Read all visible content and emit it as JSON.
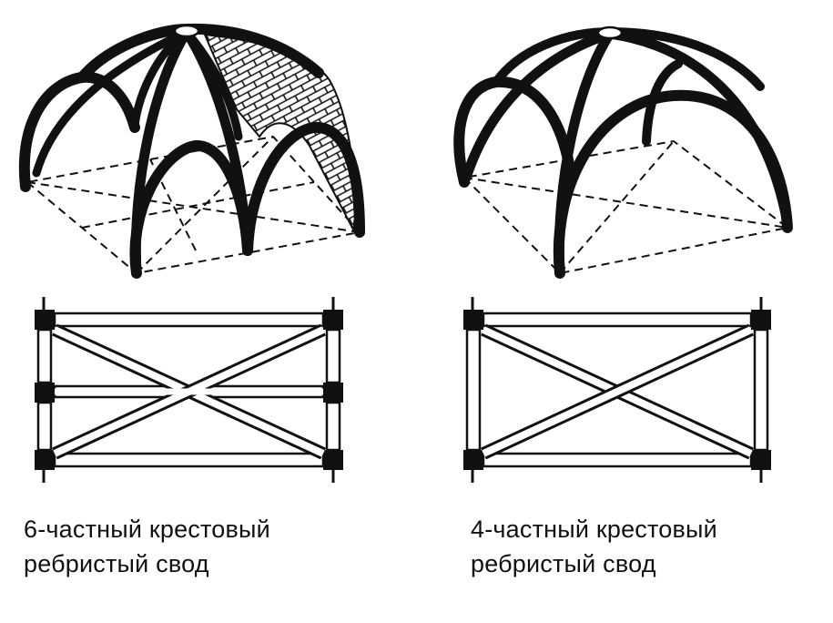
{
  "figures": [
    {
      "id": "six-part",
      "caption_lines": [
        "6-частный крестовый",
        "ребристый свод"
      ]
    },
    {
      "id": "four-part",
      "caption_lines": [
        "4-частный крестовый",
        "ребристый свод"
      ]
    }
  ]
}
